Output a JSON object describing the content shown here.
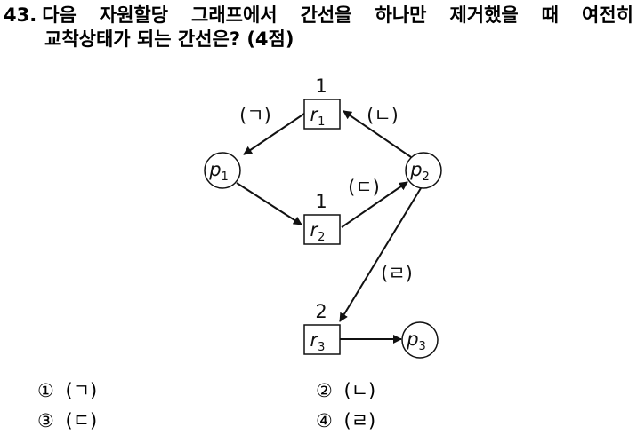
{
  "question": {
    "number": "43.",
    "words_line1": [
      "다음",
      "자원할당",
      "그래프에서",
      "간선을",
      "하나만",
      "제거했을",
      "때",
      "여전히"
    ],
    "line2": "교착상태가 되는 간선은? (4점)"
  },
  "diagram": {
    "resources": [
      {
        "id": "r1",
        "letter": "r",
        "sub": "1",
        "instances": "1"
      },
      {
        "id": "r2",
        "letter": "r",
        "sub": "2",
        "instances": "1"
      },
      {
        "id": "r3",
        "letter": "r",
        "sub": "3",
        "instances": "2"
      }
    ],
    "processes": [
      {
        "id": "p1",
        "letter": "p",
        "sub": "1"
      },
      {
        "id": "p2",
        "letter": "p",
        "sub": "2"
      },
      {
        "id": "p3",
        "letter": "p",
        "sub": "3"
      }
    ],
    "edges": [
      {
        "from": "r1",
        "to": "p1",
        "label": "(ㄱ)"
      },
      {
        "from": "p1",
        "to": "r2",
        "label": ""
      },
      {
        "from": "p2",
        "to": "r1",
        "label": "(ㄴ)"
      },
      {
        "from": "r2",
        "to": "p2",
        "label": "(ㄷ)"
      },
      {
        "from": "p2",
        "to": "r3",
        "label": "(ㄹ)"
      },
      {
        "from": "r3",
        "to": "p3",
        "label": ""
      }
    ]
  },
  "choices": [
    {
      "mark": "①",
      "text": "(ㄱ)"
    },
    {
      "mark": "②",
      "text": "(ㄴ)"
    },
    {
      "mark": "③",
      "text": "(ㄷ)"
    },
    {
      "mark": "④",
      "text": "(ㄹ)"
    }
  ]
}
